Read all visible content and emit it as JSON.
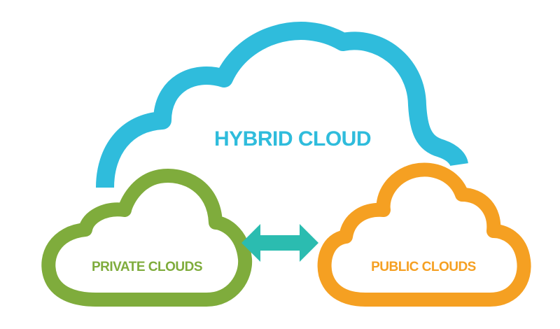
{
  "hybrid_cloud": {
    "label": "HYBRID CLOUD",
    "color": "#2fbcdc"
  },
  "private_clouds": {
    "label": "PRIVATE CLOUDS",
    "color": "#7fac3c"
  },
  "public_clouds": {
    "label": "PUBLIC CLOUDS",
    "color": "#f5a022"
  },
  "connector": {
    "icon": "double-arrow-icon",
    "color": "#2bbcb0"
  }
}
